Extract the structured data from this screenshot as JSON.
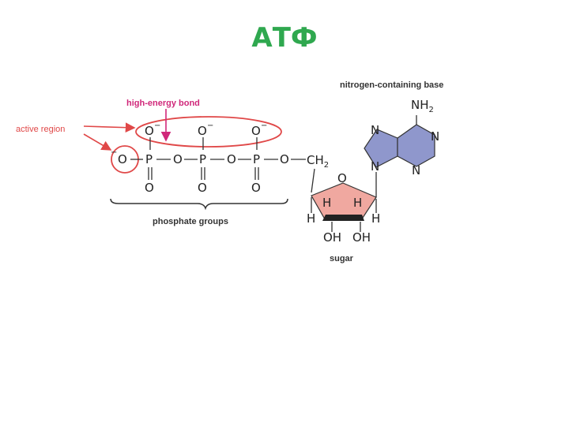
{
  "title": "АТФ",
  "colors": {
    "title": "#2fa84f",
    "annotation_red": "#e04848",
    "annotation_magenta": "#d0287a",
    "sugar_fill": "#f0a8a0",
    "base_fill": "#8f97cc"
  },
  "labels": {
    "nitrogen_base": "nitrogen-containing base",
    "high_energy_bond": "high-energy bond",
    "active_region": "active region",
    "phosphate_groups": "phosphate groups",
    "sugar": "sugar"
  },
  "atoms": {
    "o": "O",
    "o_minus": "−",
    "p": "P",
    "ch2": "CH",
    "ch2_sub": "2",
    "h": "H",
    "oh": "OH",
    "n": "N",
    "nh2": "NH",
    "nh2_sub": "2"
  }
}
